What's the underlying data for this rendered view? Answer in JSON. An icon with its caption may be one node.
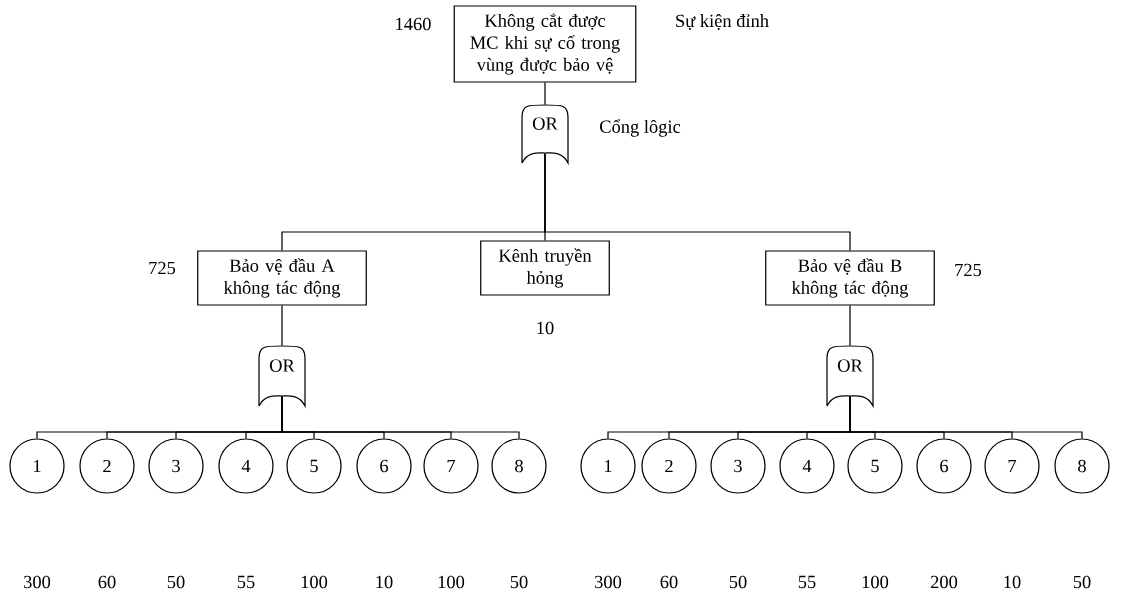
{
  "diagram": {
    "nodes": [
      {
        "text": [
          "Không cắt được MC khi sự cố trong vùng được bảo vệ"
        ],
        "beside": [
          "1460",
          "Sự kiện đỉnh"
        ]
      },
      {
        "text": [
          "OR"
        ],
        "beside": [
          "Cổng lôgic"
        ]
      },
      {
        "text": [
          "Bảo vệ đầu A không tác động"
        ],
        "beside": [
          "725"
        ]
      },
      {
        "text": [
          "Kênh truyền hỏng"
        ],
        "beside": [
          "10"
        ]
      },
      {
        "text": [
          "Bảo vệ đầu B không tác động"
        ],
        "beside": [
          "725"
        ]
      },
      {
        "text": [
          "OR"
        ]
      },
      {
        "text": [
          "OR"
        ]
      },
      {
        "text": [
          "1"
        ]
      },
      {
        "text": [
          "2"
        ]
      },
      {
        "text": [
          "3"
        ]
      },
      {
        "text": [
          "4"
        ]
      },
      {
        "text": [
          "5"
        ]
      },
      {
        "text": [
          "6"
        ]
      },
      {
        "text": [
          "7"
        ]
      },
      {
        "text": [
          "8"
        ]
      },
      {
        "text": [
          "1"
        ]
      },
      {
        "text": [
          "2"
        ]
      },
      {
        "text": [
          "3"
        ]
      },
      {
        "text": [
          "4"
        ]
      },
      {
        "text": [
          "5"
        ]
      },
      {
        "text": [
          "6"
        ]
      },
      {
        "text": [
          "7"
        ]
      },
      {
        "text": [
          "8"
        ]
      }
    ],
    "labels": [
      "300",
      "60",
      "50",
      "55",
      "100",
      "10",
      "100",
      "50",
      "300",
      "60",
      "50",
      "55",
      "100",
      "200",
      "10",
      "50"
    ],
    "edges": [
      {
        "from": 0,
        "to": 1,
        "arrow": "none"
      },
      {
        "from": 1,
        "to": 2,
        "arrow": "none"
      },
      {
        "from": 1,
        "to": 3,
        "arrow": "none"
      },
      {
        "from": 1,
        "to": 4,
        "arrow": "none"
      },
      {
        "from": 2,
        "to": 5,
        "arrow": "none"
      },
      {
        "from": 4,
        "to": 6,
        "arrow": "none"
      },
      {
        "from": 5,
        "to": 7,
        "arrow": "none"
      },
      {
        "from": 5,
        "to": 8,
        "arrow": "none"
      },
      {
        "from": 5,
        "to": 9,
        "arrow": "none"
      },
      {
        "from": 5,
        "to": 10,
        "arrow": "none"
      },
      {
        "from": 5,
        "to": 11,
        "arrow": "none"
      },
      {
        "from": 5,
        "to": 12,
        "arrow": "none"
      },
      {
        "from": 5,
        "to": 13,
        "arrow": "none"
      },
      {
        "from": 5,
        "to": 14,
        "arrow": "none"
      },
      {
        "from": 6,
        "to": 15,
        "arrow": "none"
      },
      {
        "from": 6,
        "to": 16,
        "arrow": "none"
      },
      {
        "from": 6,
        "to": 17,
        "arrow": "none"
      },
      {
        "from": 6,
        "to": 18,
        "arrow": "none"
      },
      {
        "from": 6,
        "to": 19,
        "arrow": "none"
      },
      {
        "from": 6,
        "to": 20,
        "arrow": "none"
      },
      {
        "from": 6,
        "to": 21,
        "arrow": "none"
      },
      {
        "from": 6,
        "to": 22,
        "arrow": "none"
      }
    ]
  }
}
